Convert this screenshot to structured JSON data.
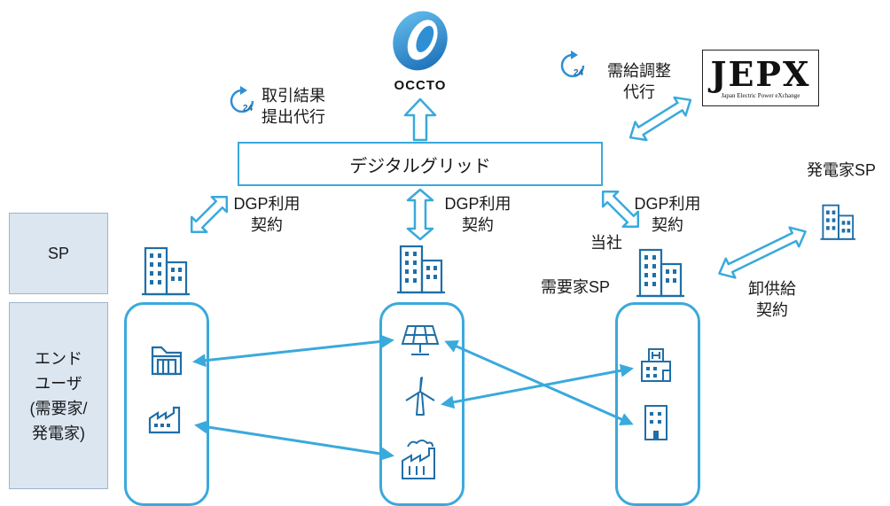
{
  "occto": {
    "label": "OCCTO"
  },
  "jepx": {
    "label": "JEPX",
    "subtitle": "Japan Electric Power eXchange"
  },
  "cycle_icon_label": "24",
  "labels": {
    "trade_submit": [
      "取引結果",
      "提出代行"
    ],
    "balancing": [
      "需給調整",
      "代行"
    ],
    "digital_grid": "デジタルグリッド",
    "dgp_contract": [
      "DGP利用",
      "契約"
    ],
    "generator_sp": "発電家SP",
    "our_company": "当社",
    "demand_sp": "需要家SP",
    "wholesale": [
      "卸供給",
      "契約"
    ]
  },
  "row_labels": {
    "sp": "SP",
    "end_user": [
      "エンド",
      "ユーザ",
      "(需要家/",
      "発電家)"
    ]
  },
  "colors": {
    "accent": "#3aa9dc",
    "icon": "#1f6fa8",
    "row_bg": "#dbe6f1"
  },
  "icons": [
    "building-icon",
    "factory-icon",
    "solar-panel-icon",
    "wind-turbine-icon",
    "power-plant-icon",
    "hospital-icon",
    "office-icon"
  ]
}
